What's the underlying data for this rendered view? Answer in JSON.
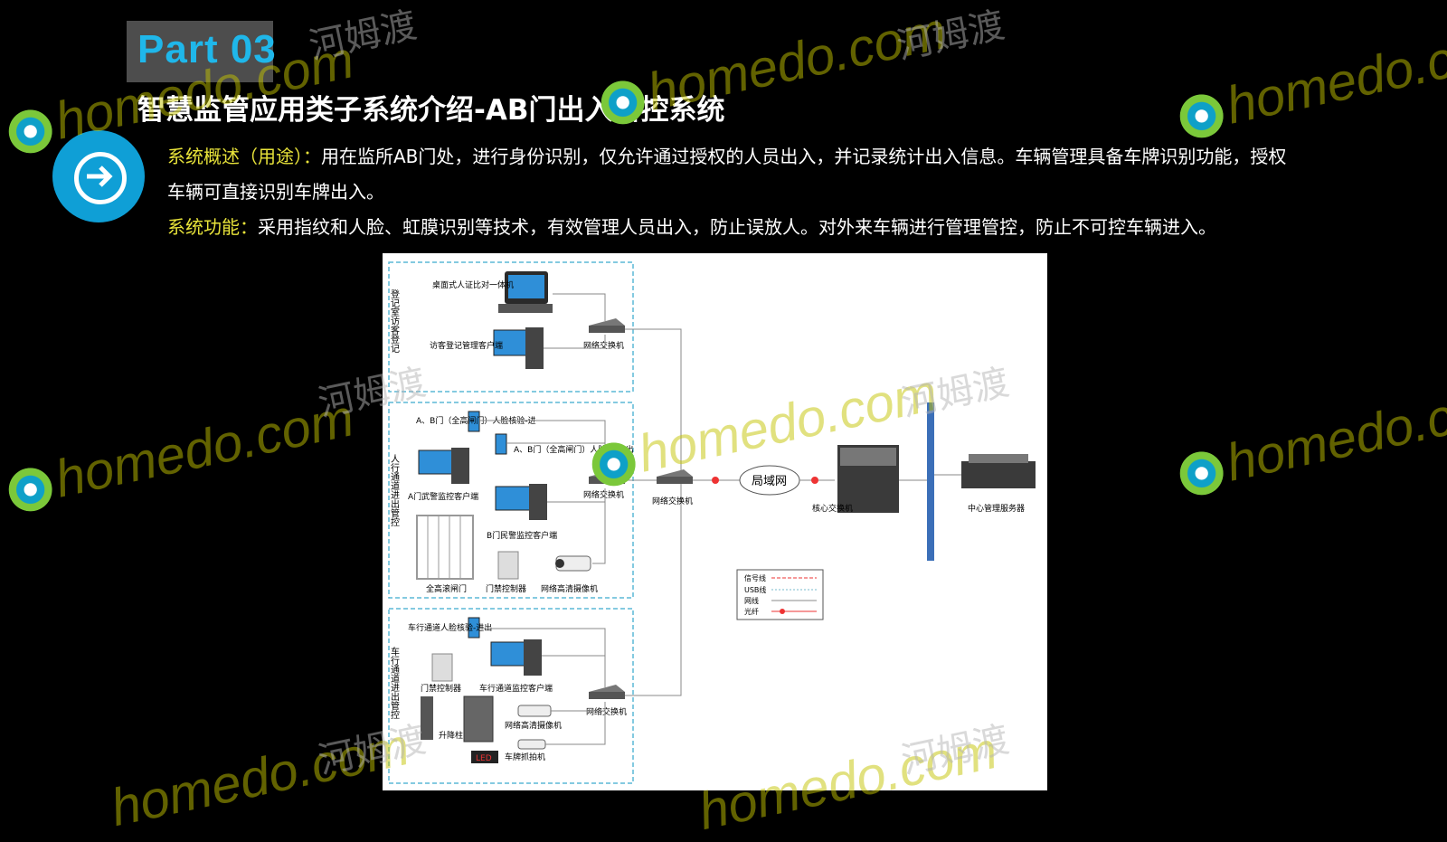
{
  "header": {
    "part_label": "Part 03",
    "title": "智慧监管应用类子系统介绍-AB门出入管控系统"
  },
  "overview": {
    "label": "系统概述（用途）：",
    "line1": "用在监所AB门处，进行身份识别，仅允许通过授权的人员出入，并记录统计出入信息。车辆管理具备车牌识别功能，授权",
    "line2": "车辆可直接识别车牌出入。"
  },
  "function": {
    "label": "系统功能：",
    "text": "采用指纹和人脸、虹膜识别等技术，有效管理人员出入，防止误放人。对外来车辆进行管理管控，防止不可控车辆进入。"
  },
  "diagram": {
    "sec1_label": "登记室访客登记",
    "sec2_label": "人行通道进出管控",
    "sec3_label": "车行通道进出管控",
    "desktop_terminal": "桌面式人证比对一体机",
    "visitor_client": "访客登记管理客户端",
    "switch": "网络交换机",
    "ab_face_in": "A、B门（全高闸门）人脸核验-进",
    "ab_face_out": "A、B门（全高闸门）人脸核验-出",
    "a_client": "A门武警监控客户端",
    "b_client": "B门民警监控客户端",
    "turnstile": "全高滚闸门",
    "door_ctrl": "门禁控制器",
    "hd_camera": "网络高清摄像机",
    "car_face": "车行通道人脸核验-进出",
    "car_door_ctrl": "门禁控制器",
    "car_client": "车行通道监控客户端",
    "bollard": "升降柱",
    "car_hd_camera": "网络高清摄像机",
    "plate_camera": "车牌抓拍机",
    "led": "LED",
    "lan": "局域网",
    "core_switch": "核心交换机",
    "server": "中心管理服务器",
    "legend_signal": "信号线",
    "legend_usb": "USB线",
    "legend_net": "网线",
    "legend_fiber": "光纤"
  },
  "watermark": {
    "brand": "homedo.com",
    "cn": "河姆渡"
  },
  "colors": {
    "accent_blue": "#1fb7ea",
    "label_yellow": "#e8e33a",
    "circle_blue": "#0f9fd6",
    "dashed_border": "#5bb8d6"
  }
}
